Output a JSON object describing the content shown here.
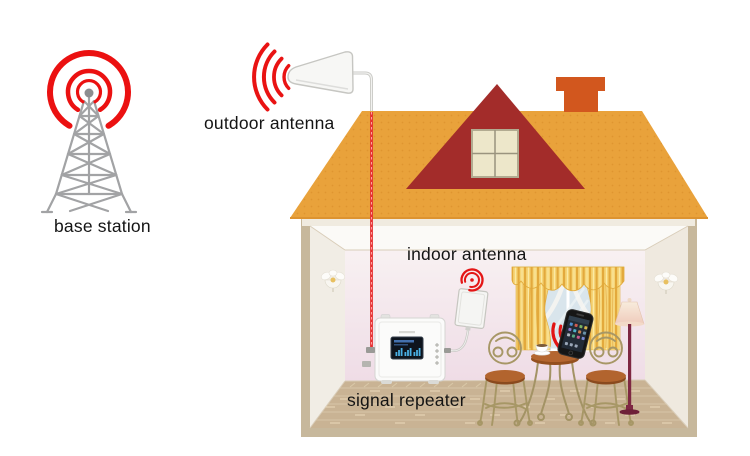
{
  "diagram": {
    "labels": {
      "base_station": "base station",
      "outdoor_antenna": "outdoor antenna",
      "indoor_antenna": "indoor antenna",
      "signal_repeater": "signal repeater"
    },
    "colors": {
      "signal_red": "#e81414",
      "tower_gray": "#a2a3a5",
      "roof_orange": "#e9a23b",
      "gable_red": "#a32c2a",
      "chimney_orange": "#d2571e",
      "house_frame_tan": "#c7b89c",
      "back_wall_pink": "#f2e2ea",
      "floor_wood_tan": "#c9b394",
      "curtain_gold": "#f5d475",
      "furniture_brown": "#b2642e",
      "wire_furniture_bronze": "#a79766",
      "lamp_pole_maroon": "#7e2742",
      "repeater_body_white": "#fbfbfa",
      "repeater_screen_navy": "#0e141d",
      "antenna_panel_white": "#f5f5f3",
      "phone_black": "#161616"
    }
  }
}
